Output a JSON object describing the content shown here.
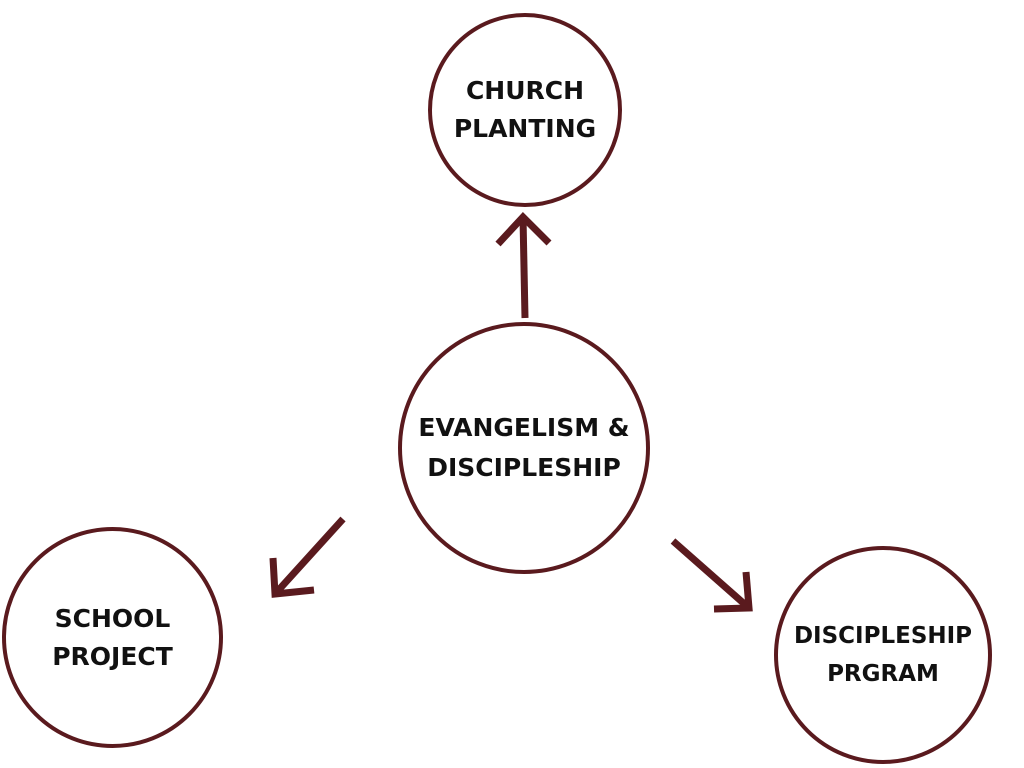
{
  "diagram": {
    "accent_color": "#5a1a1e",
    "text_color": "#111111",
    "center": {
      "line1": "EVANGELISM &",
      "line2": "DISCIPLESHIP"
    },
    "top": {
      "line1": "CHURCH",
      "line2": "PLANTING"
    },
    "left": {
      "line1": "SCHOOL",
      "line2": "PROJECT"
    },
    "right": {
      "line1": "DISCIPLESHIP",
      "line2": "PRGRAM"
    },
    "arrows": [
      {
        "from": "center",
        "to": "top"
      },
      {
        "from": "center",
        "to": "left"
      },
      {
        "from": "center",
        "to": "right"
      }
    ]
  }
}
